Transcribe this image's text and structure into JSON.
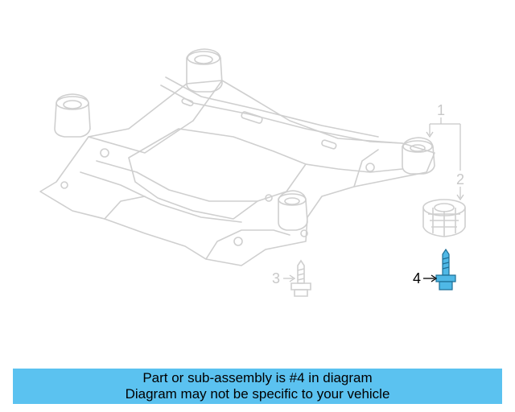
{
  "diagram": {
    "callouts": [
      {
        "label": "1",
        "highlighted": false
      },
      {
        "label": "2",
        "highlighted": false
      },
      {
        "label": "3",
        "highlighted": false
      },
      {
        "label": "4",
        "highlighted": true
      }
    ],
    "highlight_color": "#4fb8e6",
    "line_color": "#c8c8c8"
  },
  "banner": {
    "line1": "Part or sub-assembly is #4 in diagram",
    "line2": "Diagram may not be specific to your vehicle",
    "color": "#5bc2f0"
  }
}
